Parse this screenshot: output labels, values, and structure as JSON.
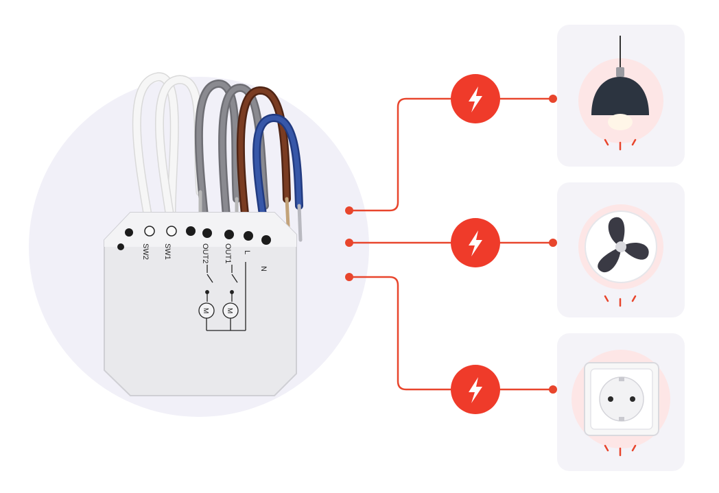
{
  "module": {
    "terminals": [
      "SW2",
      "SW1",
      "OUT2",
      "OUT1",
      "L",
      "N"
    ],
    "motor_symbol": "M"
  },
  "devices": [
    {
      "name": "pendant-lamp",
      "icon": "pendant-lamp-icon"
    },
    {
      "name": "ceiling-fan",
      "icon": "fan-icon"
    },
    {
      "name": "wall-socket",
      "icon": "socket-icon"
    }
  ],
  "colors": {
    "line": "#e8452c",
    "bolt_circle": "#ef3b2a",
    "card_bg": "#f4f3f8",
    "halo": "#fde6e6",
    "module_bg_circle": "#f1f0f8",
    "wire_white": "#f4f4f4",
    "wire_grey": "#7a7a80",
    "wire_brown": "#6b3420",
    "wire_blue": "#2f4d9c"
  }
}
